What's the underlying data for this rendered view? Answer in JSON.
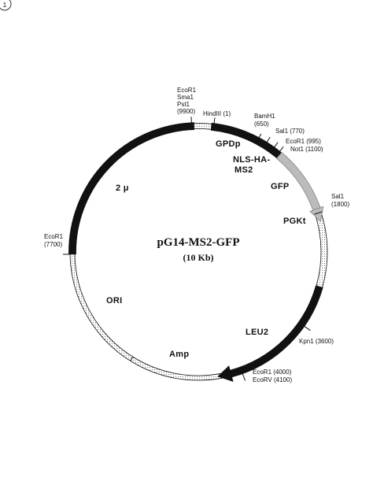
{
  "plasmid": {
    "name": "pG14-MS2-GFP",
    "size": "(10 Kb)"
  },
  "corner_mark": "1",
  "features": [
    {
      "label": "GPDp"
    },
    {
      "label": "NLS-HA-"
    },
    {
      "label": "MS2"
    },
    {
      "label": "GFP"
    },
    {
      "label": "PGKt"
    },
    {
      "label": "LEU2"
    },
    {
      "label": "Amp"
    },
    {
      "label": "ORI"
    },
    {
      "label": "2 μ"
    }
  ],
  "sites": {
    "ecor1_sma1_pst1": [
      "EcoR1",
      "Sma1",
      "Pst1",
      "(9900)"
    ],
    "hindiii": "HindIII  (1)",
    "bamh1": [
      "BamH1",
      "(650)"
    ],
    "sal1_770": "Sal1  (770)",
    "ecor1_995": "EcoR1  (995)",
    "not1": "Not1  (1100)",
    "sal1_1800": [
      "Sal1",
      "(1800)"
    ],
    "kpn1": "Kpn1  (3600)",
    "ecor1_4000": "EcoR1  (4000)",
    "ecorv": "EcoRV  (4100)",
    "ecor1_7700": [
      "EcoR1",
      "(7700)"
    ]
  },
  "colors": {
    "ink": "#111111",
    "stipple": "#dddddd",
    "gfp": "#bbbbbb",
    "paper": "#ffffff"
  }
}
